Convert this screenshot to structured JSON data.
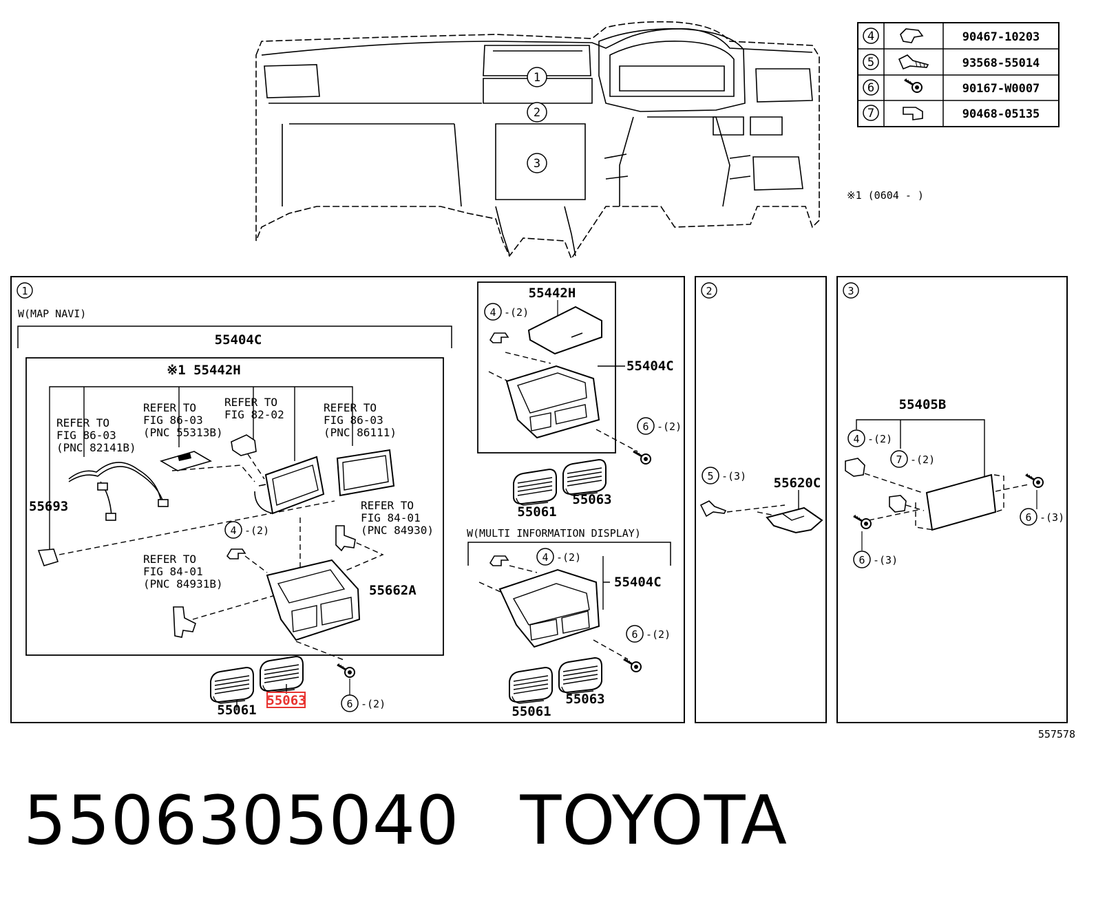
{
  "fasteners": [
    {
      "ref": "4",
      "part": "90467-10203",
      "icon": "clip-icon"
    },
    {
      "ref": "5",
      "part": "93568-55014",
      "icon": "screw-icon"
    },
    {
      "ref": "6",
      "part": "90167-W0007",
      "icon": "bolt-icon"
    },
    {
      "ref": "7",
      "part": "90468-05135",
      "icon": "bracket-clip-icon"
    }
  ],
  "note": "※1 (0604 -      )",
  "overview_markers": [
    "1",
    "2",
    "3"
  ],
  "panel1": {
    "marker": "1",
    "variant_map": "W(MAP NAVI)",
    "assembly": "55404C",
    "cover": "※1 55442H",
    "refs": {
      "r1": [
        "REFER TO",
        "FIG 86-03",
        "(PNC 82141B)"
      ],
      "r2": [
        "REFER TO",
        "FIG 86-03",
        "(PNC 55313B)"
      ],
      "r3": [
        "REFER TO",
        "FIG 82-02"
      ],
      "r4": [
        "REFER TO",
        "FIG 86-03",
        "(PNC 86111)"
      ],
      "r5": [
        "REFER TO",
        "FIG 84-01",
        "(PNC 84930)"
      ],
      "r6": [
        "REFER TO",
        "FIG 84-01",
        "(PNC 84931B)"
      ]
    },
    "parts": {
      "p55693": "55693",
      "p55662A": "55662A",
      "p55061": "55061",
      "p55063": "55063"
    },
    "fastener_4": {
      "ref": "4",
      "qty": "-(2)"
    },
    "fastener_6": {
      "ref": "6",
      "qty": "-(2)"
    },
    "subA": {
      "cover": "55442H",
      "assembly": "55404C",
      "fastener_4": {
        "ref": "4",
        "qty": "-(2)"
      },
      "fastener_6": {
        "ref": "6",
        "qty": "-(2)"
      },
      "vent_left": "55061",
      "vent_right": "55063"
    },
    "subB": {
      "variant": "W(MULTI INFORMATION DISPLAY)",
      "assembly": "55404C",
      "fastener_4": {
        "ref": "4",
        "qty": "-(2)"
      },
      "fastener_6": {
        "ref": "6",
        "qty": "-(2)"
      },
      "vent_left": "55061",
      "vent_right": "55063"
    }
  },
  "panel2": {
    "marker": "2",
    "part": "55620C",
    "fastener_5": {
      "ref": "5",
      "qty": "-(3)"
    }
  },
  "panel3": {
    "marker": "3",
    "part": "55405B",
    "fastener_4": {
      "ref": "4",
      "qty": "-(2)"
    },
    "fastener_7": {
      "ref": "7",
      "qty": "-(2)"
    },
    "fastener_6a": {
      "ref": "6",
      "qty": "-(3)"
    },
    "fastener_6b": {
      "ref": "6",
      "qty": "-(3)"
    }
  },
  "diagram_id": "557578",
  "footer": {
    "part_number": "5506305040",
    "brand": "TOYOTA"
  },
  "highlight_color": "#e8322f"
}
